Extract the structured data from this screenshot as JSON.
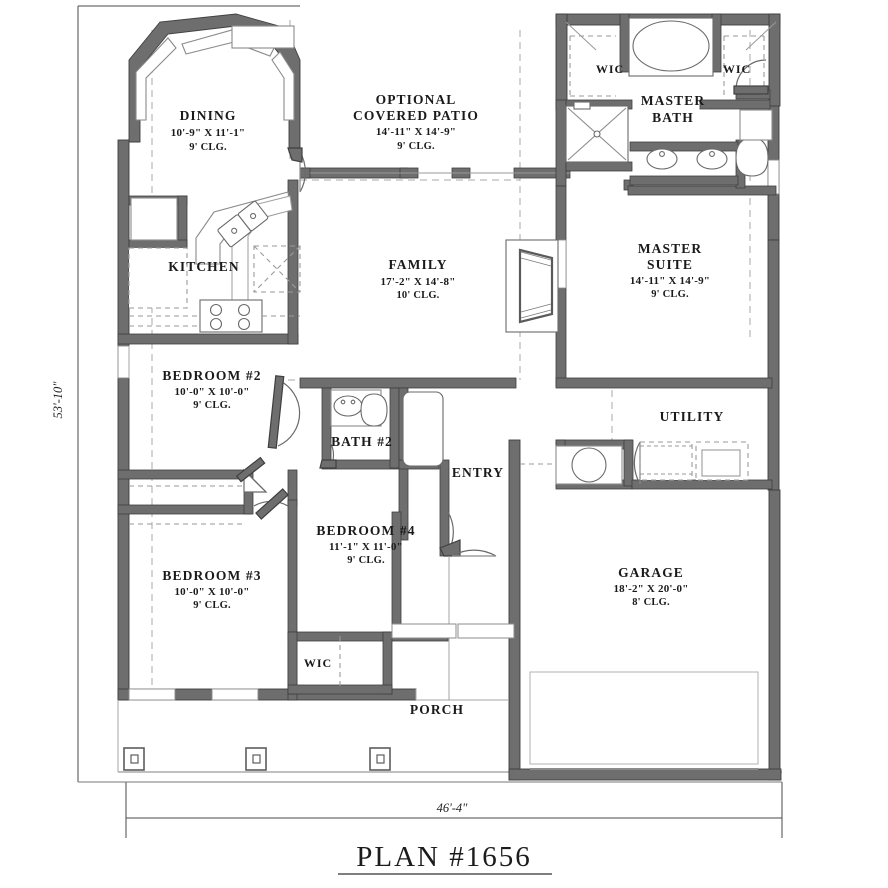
{
  "plan": {
    "title": "PLAN  #1656",
    "overall_width_dim": "46'-4\"",
    "overall_height_dim": "53'-10\""
  },
  "rooms": [
    {
      "key": "dining",
      "name": "DINING",
      "size": "10'-9\" X 11'-1\"",
      "ceiling": "9'  CLG."
    },
    {
      "key": "patio",
      "name": "OPTIONAL",
      "name2": "COVERED  PATIO",
      "size": "14'-11\" X 14'-9\"",
      "ceiling": "9'  CLG."
    },
    {
      "key": "kitchen",
      "name": "KITCHEN",
      "size": "",
      "ceiling": ""
    },
    {
      "key": "family",
      "name": "FAMILY",
      "size": "17'-2\" X 14'-8\"",
      "ceiling": "10'  CLG."
    },
    {
      "key": "mbath",
      "name": "MASTER",
      "name2": "BATH",
      "size": "",
      "ceiling": ""
    },
    {
      "key": "msuite",
      "name": "MASTER",
      "name2": "SUITE",
      "size": "14'-11\" X 14'-9\"",
      "ceiling": "9'  CLG."
    },
    {
      "key": "bed2",
      "name": "BEDROOM  #2",
      "size": "10'-0\" X 10'-0\"",
      "ceiling": "9'  CLG."
    },
    {
      "key": "bath2",
      "name": "BATH   #2",
      "size": "",
      "ceiling": ""
    },
    {
      "key": "entry",
      "name": "ENTRY",
      "size": "",
      "ceiling": ""
    },
    {
      "key": "utility",
      "name": "UTILITY",
      "size": "",
      "ceiling": ""
    },
    {
      "key": "bed3",
      "name": "BEDROOM  #3",
      "size": "10'-0\" X 10'-0\"",
      "ceiling": "9'  CLG."
    },
    {
      "key": "bed4",
      "name": "BEDROOM  #4",
      "size": "11'-1\" X 11'-0\"",
      "ceiling": "9'  CLG."
    },
    {
      "key": "garage",
      "name": "GARAGE",
      "size": "18'-2\" X 20'-0\"",
      "ceiling": "8'  CLG."
    },
    {
      "key": "porch",
      "name": "PORCH",
      "size": "",
      "ceiling": ""
    },
    {
      "key": "wic_left",
      "name": "WIC",
      "size": "",
      "ceiling": ""
    },
    {
      "key": "wic_right",
      "name": "WIC",
      "size": "",
      "ceiling": ""
    },
    {
      "key": "wic_bed3",
      "name": "WIC",
      "size": "",
      "ceiling": ""
    }
  ],
  "colors": {
    "wall": "#6e6e6e",
    "wall_dark": "#5a5a5a",
    "thin": "#8c8c8c",
    "dash": "#9a9a9a",
    "text": "#1a1a1a",
    "background": "#ffffff"
  }
}
